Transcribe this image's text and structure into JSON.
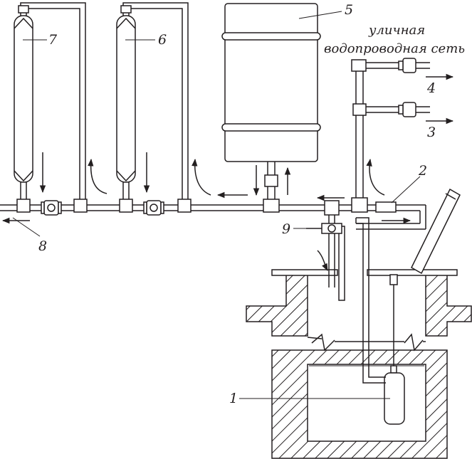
{
  "labels": {
    "n1": "1",
    "n2": "2",
    "n3": "3",
    "n4": "4",
    "n5": "5",
    "n6": "6",
    "n7": "7",
    "n8": "8",
    "n9": "9"
  },
  "caption": {
    "line1": "уличная",
    "line2": "водопроводная сеть"
  }
}
